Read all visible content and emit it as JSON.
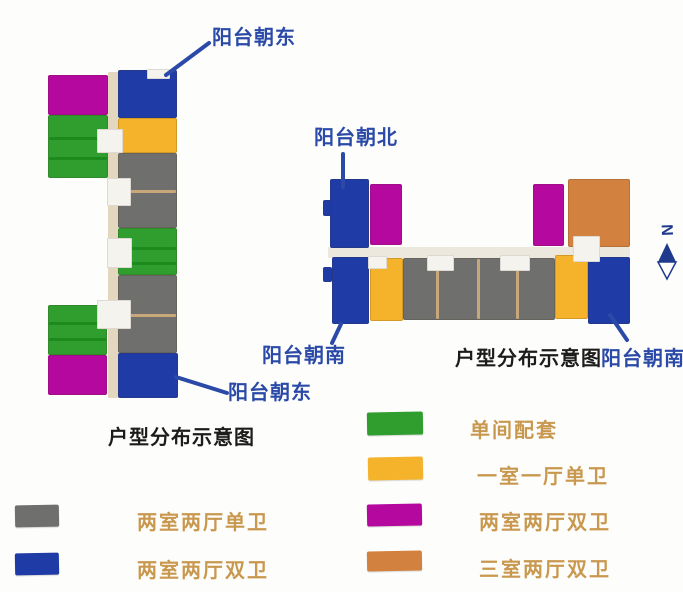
{
  "page": {
    "background": "#fdfdfb"
  },
  "colors": {
    "single_room": "#2f9e2f",
    "stripe_green": "#1d8a1d",
    "one_bed": "#f4b32b",
    "two_bed_one_bath": "#6f6f6d",
    "divider_tan": "#c8a87a",
    "two_bed_two_bath_blue": "#1f3ba6",
    "two_bed_two_bath_magenta": "#b5089e",
    "three_bed": "#d2813e",
    "corridor": "#e3d8bf",
    "corridor_light": "#ede8dd",
    "notch_white": "#f5f3ee",
    "label_blue": "#2b4aa8",
    "needle_navy": "#1e3a8c",
    "label_gold": "#c9984f",
    "title_dark": "#1c1c1c"
  },
  "left_plan": {
    "title": "户型分布示意图",
    "labels": {
      "balcony_east_top": "阳台朝东",
      "balcony_east_bottom": "阳台朝东"
    },
    "west_wing_units_top_to_bottom": [
      "two_bed_two_bath_magenta",
      "single_room",
      "single_room",
      "two_bed_two_bath_magenta"
    ],
    "east_wing_units_top_to_bottom": [
      "two_bed_two_bath_blue",
      "one_bed",
      "two_bed_one_bath",
      "single_room",
      "two_bed_one_bath",
      "two_bed_two_bath_blue"
    ]
  },
  "right_plan": {
    "title": "户型分布示意图",
    "labels": {
      "balcony_north": "阳台朝北",
      "balcony_south_left": "阳台朝南",
      "balcony_south_right": "阳台朝南"
    },
    "north_row_units_left_to_right": [
      "two_bed_two_bath_blue",
      "two_bed_two_bath_magenta",
      "two_bed_two_bath_magenta",
      "three_bed"
    ],
    "south_row_units_left_to_right": [
      "two_bed_two_bath_blue",
      "one_bed",
      "two_bed_one_bath",
      "two_bed_one_bath",
      "two_bed_one_bath",
      "two_bed_one_bath",
      "one_bed",
      "two_bed_two_bath_blue"
    ]
  },
  "compass": {
    "label": "N"
  },
  "legend": {
    "left": [
      {
        "color_key": "two_bed_one_bath",
        "label": "两室两厅单卫"
      },
      {
        "color_key": "two_bed_two_bath_blue",
        "label": "两室两厅双卫"
      }
    ],
    "right": [
      {
        "color_key": "single_room",
        "label": "单间配套"
      },
      {
        "color_key": "one_bed",
        "label": "一室一厅单卫"
      },
      {
        "color_key": "two_bed_two_bath_magenta",
        "label": "两室两厅双卫"
      },
      {
        "color_key": "three_bed",
        "label": "三室两厅双卫"
      }
    ]
  }
}
